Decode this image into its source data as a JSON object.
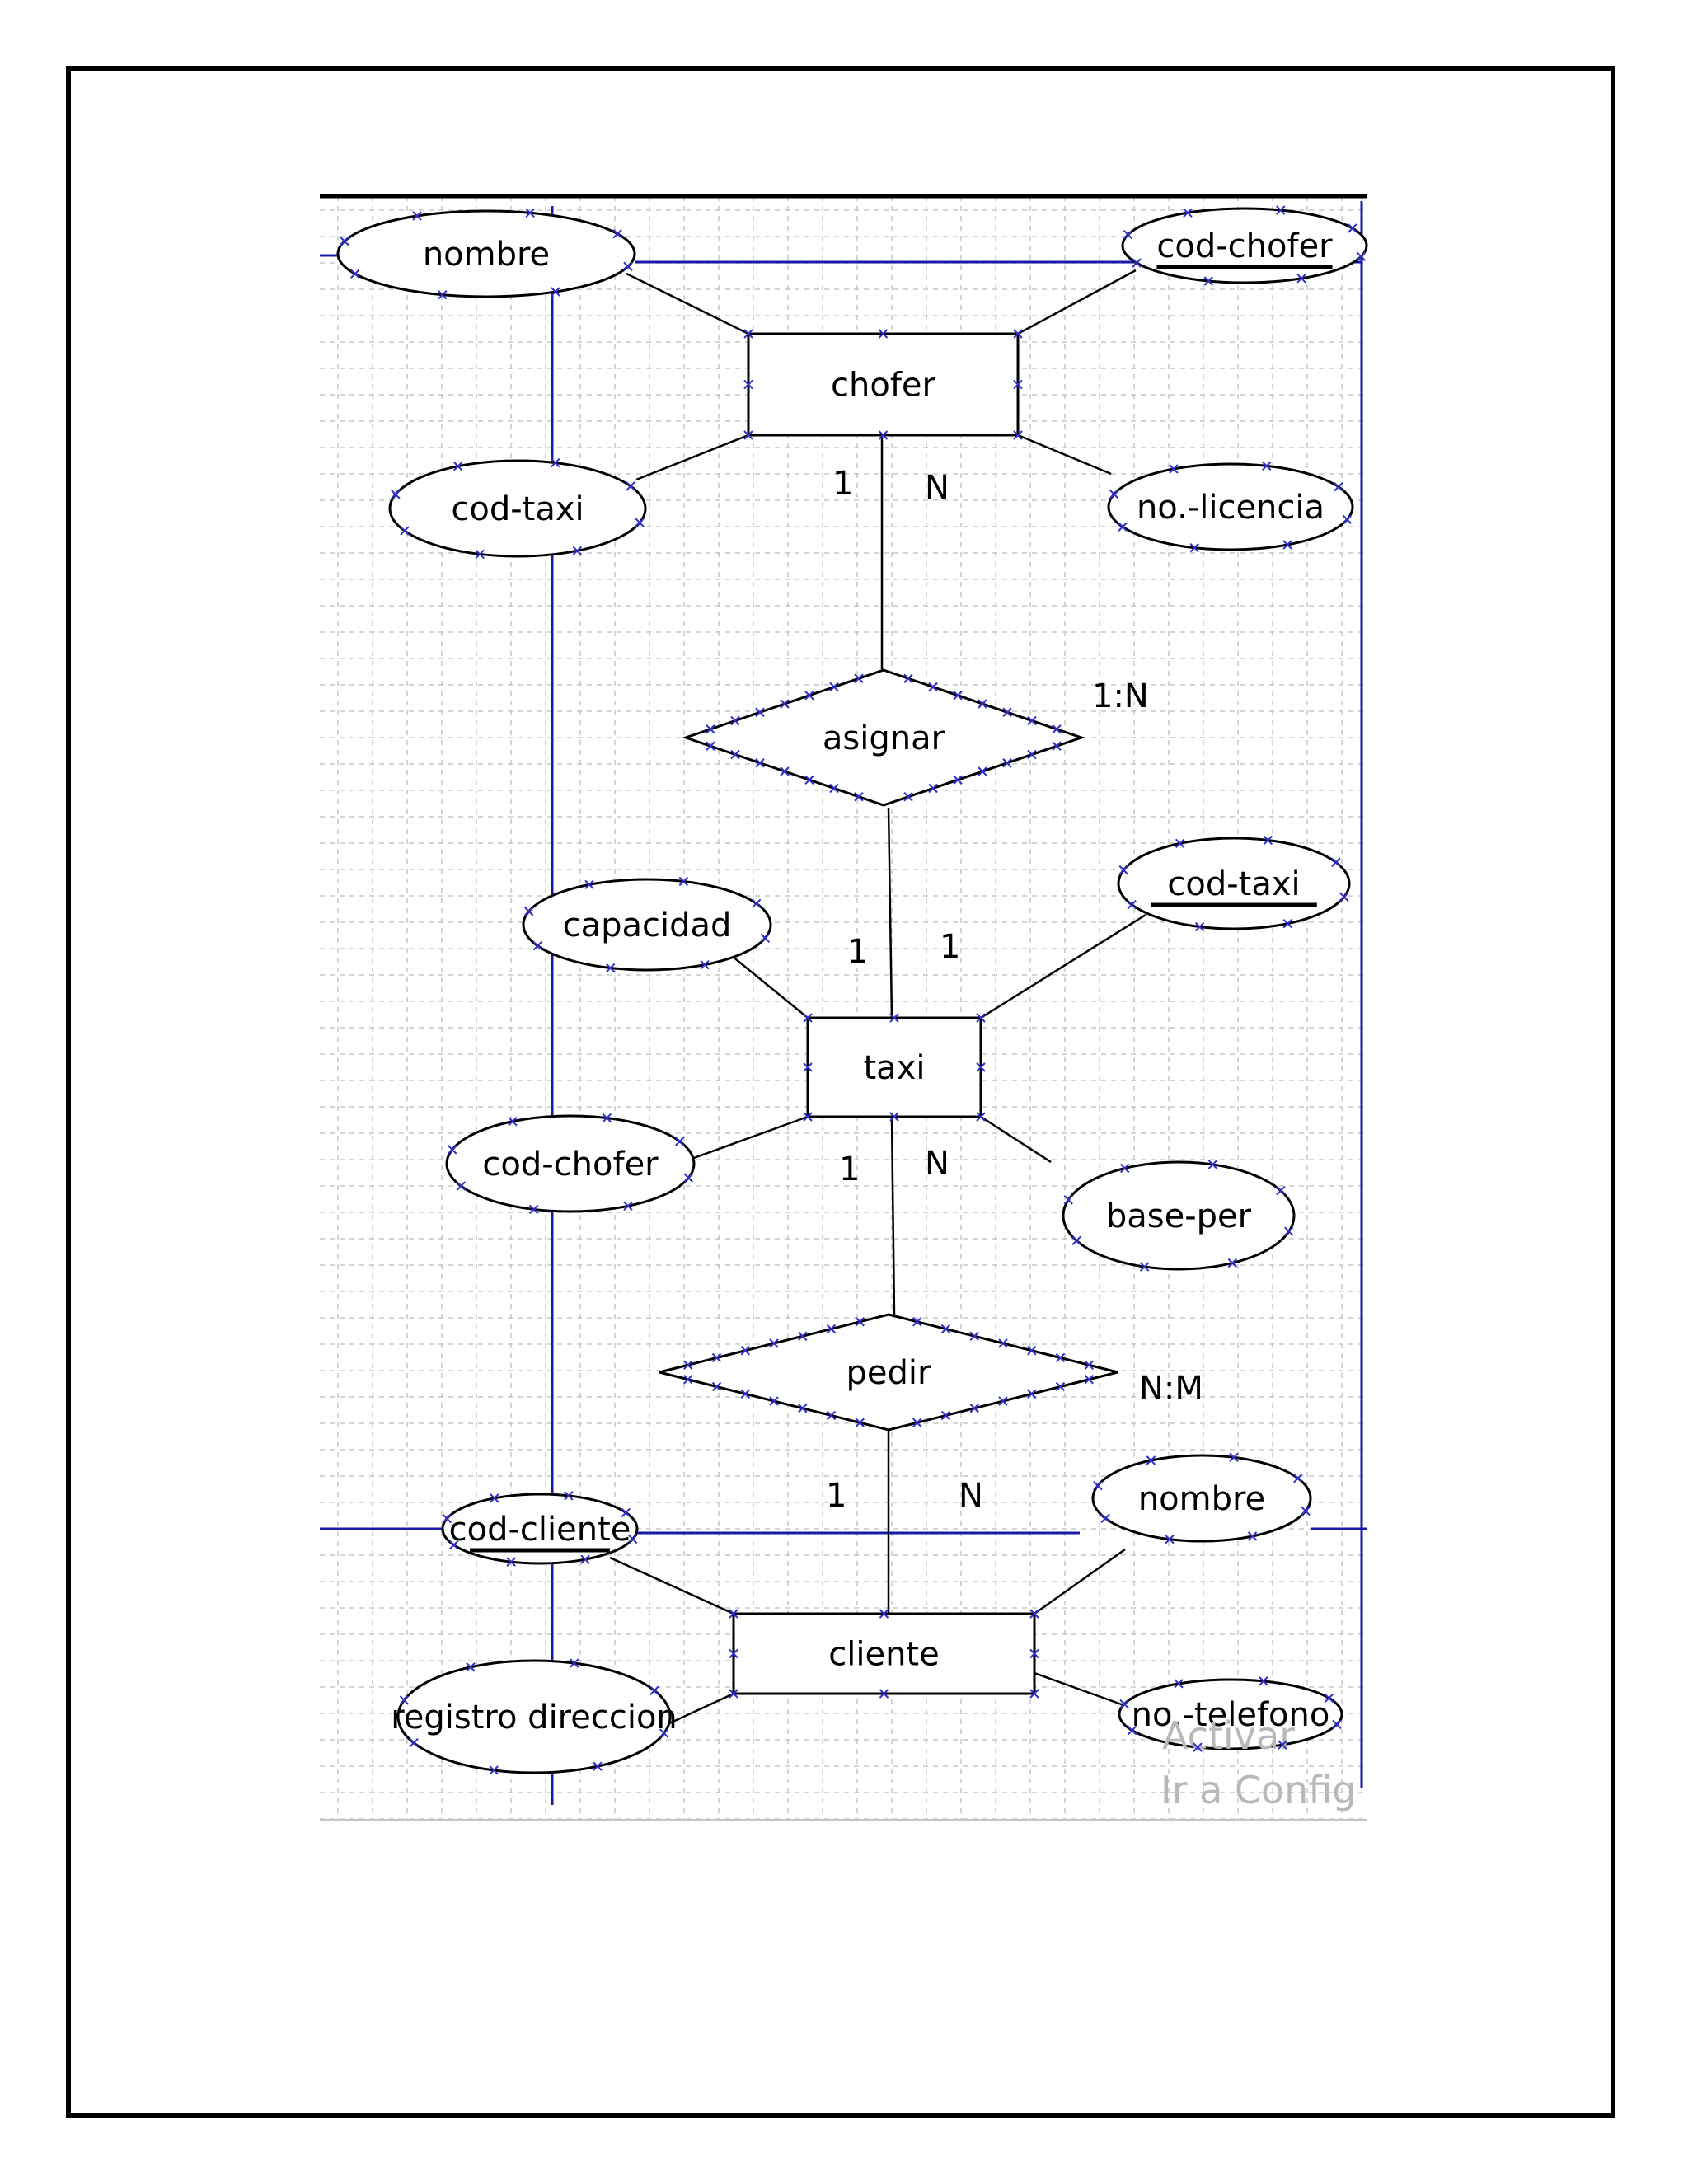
{
  "entities": {
    "chofer": "chofer",
    "taxi": "taxi",
    "cliente": "cliente"
  },
  "relationships": {
    "asignar": "asignar",
    "pedir": "pedir"
  },
  "attributes": {
    "chofer_nombre": "nombre",
    "chofer_cod_chofer": "cod-chofer",
    "chofer_cod_taxi": "cod-taxi",
    "chofer_no_licencia": "no.-licencia",
    "taxi_capacidad": "capacidad",
    "taxi_cod_taxi": "cod-taxi",
    "taxi_cod_chofer": "cod-chofer",
    "taxi_base_per": "base-per",
    "cliente_cod_cliente": "cod-cliente",
    "cliente_nombre": "nombre",
    "cliente_registro_direccion": "registro direccion",
    "cliente_no_telefono": "no.-telefono"
  },
  "cardinalities": {
    "chofer_asignar_1": "1",
    "chofer_asignar_n": "N",
    "asignar_ratio": "1:N",
    "taxi_asignar_1a": "1",
    "taxi_asignar_1b": "1",
    "taxi_pedir_1": "1",
    "taxi_pedir_n": "N",
    "pedir_ratio": "N:M",
    "cliente_pedir_1": "1",
    "cliente_pedir_n": "N"
  },
  "watermark": {
    "line1": "Activar",
    "line2": "Ir a Config"
  },
  "colors": {
    "grid": "#c7c7c7",
    "blue_line": "#1a1aa8",
    "marker": "#2f2fc8",
    "shape_stroke": "#000000"
  }
}
